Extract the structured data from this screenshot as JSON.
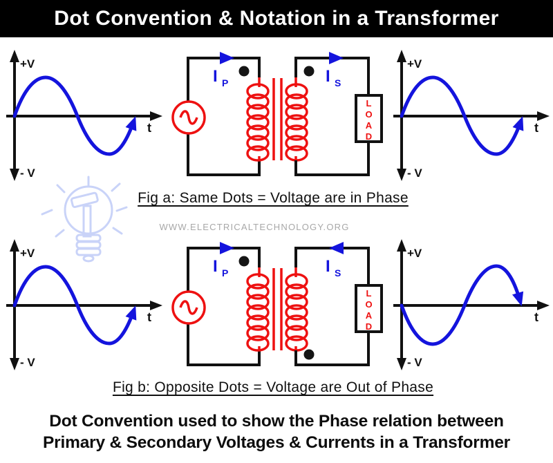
{
  "header": {
    "title": "Dot Convention & Notation in a Transformer"
  },
  "fig_a": {
    "caption": "Fig a: Same Dots = Voltage are in Phase",
    "primary_current": {
      "main": "I",
      "sub": "P"
    },
    "secondary_current": {
      "main": "I",
      "sub": "S"
    }
  },
  "fig_b": {
    "caption": "Fig b: Opposite Dots = Voltage are Out of Phase",
    "primary_current": {
      "main": "I",
      "sub": "P"
    },
    "secondary_current": {
      "main": "I",
      "sub": "S"
    }
  },
  "graph_labels": {
    "plus_v": "+V",
    "minus_v": "- V",
    "time": "t"
  },
  "load_label": {
    "letters": [
      "L",
      "O",
      "A",
      "D"
    ]
  },
  "watermark": {
    "text": "WWW.ELECTRICALTECHNOLOGY.ORG"
  },
  "footer": {
    "line1": "Dot Convention used to show the Phase relation between",
    "line2": "Primary & Secondary Voltages & Currents in a Transformer"
  },
  "colors": {
    "header_bg": "#000000",
    "header_text": "#ffffff",
    "wave_blue": "#1414dd",
    "circuit_red": "#ee1111",
    "wire_black": "#111111",
    "watermark_gray": "#a8a8a8",
    "bulb_watermark": "#c9d3f8"
  }
}
